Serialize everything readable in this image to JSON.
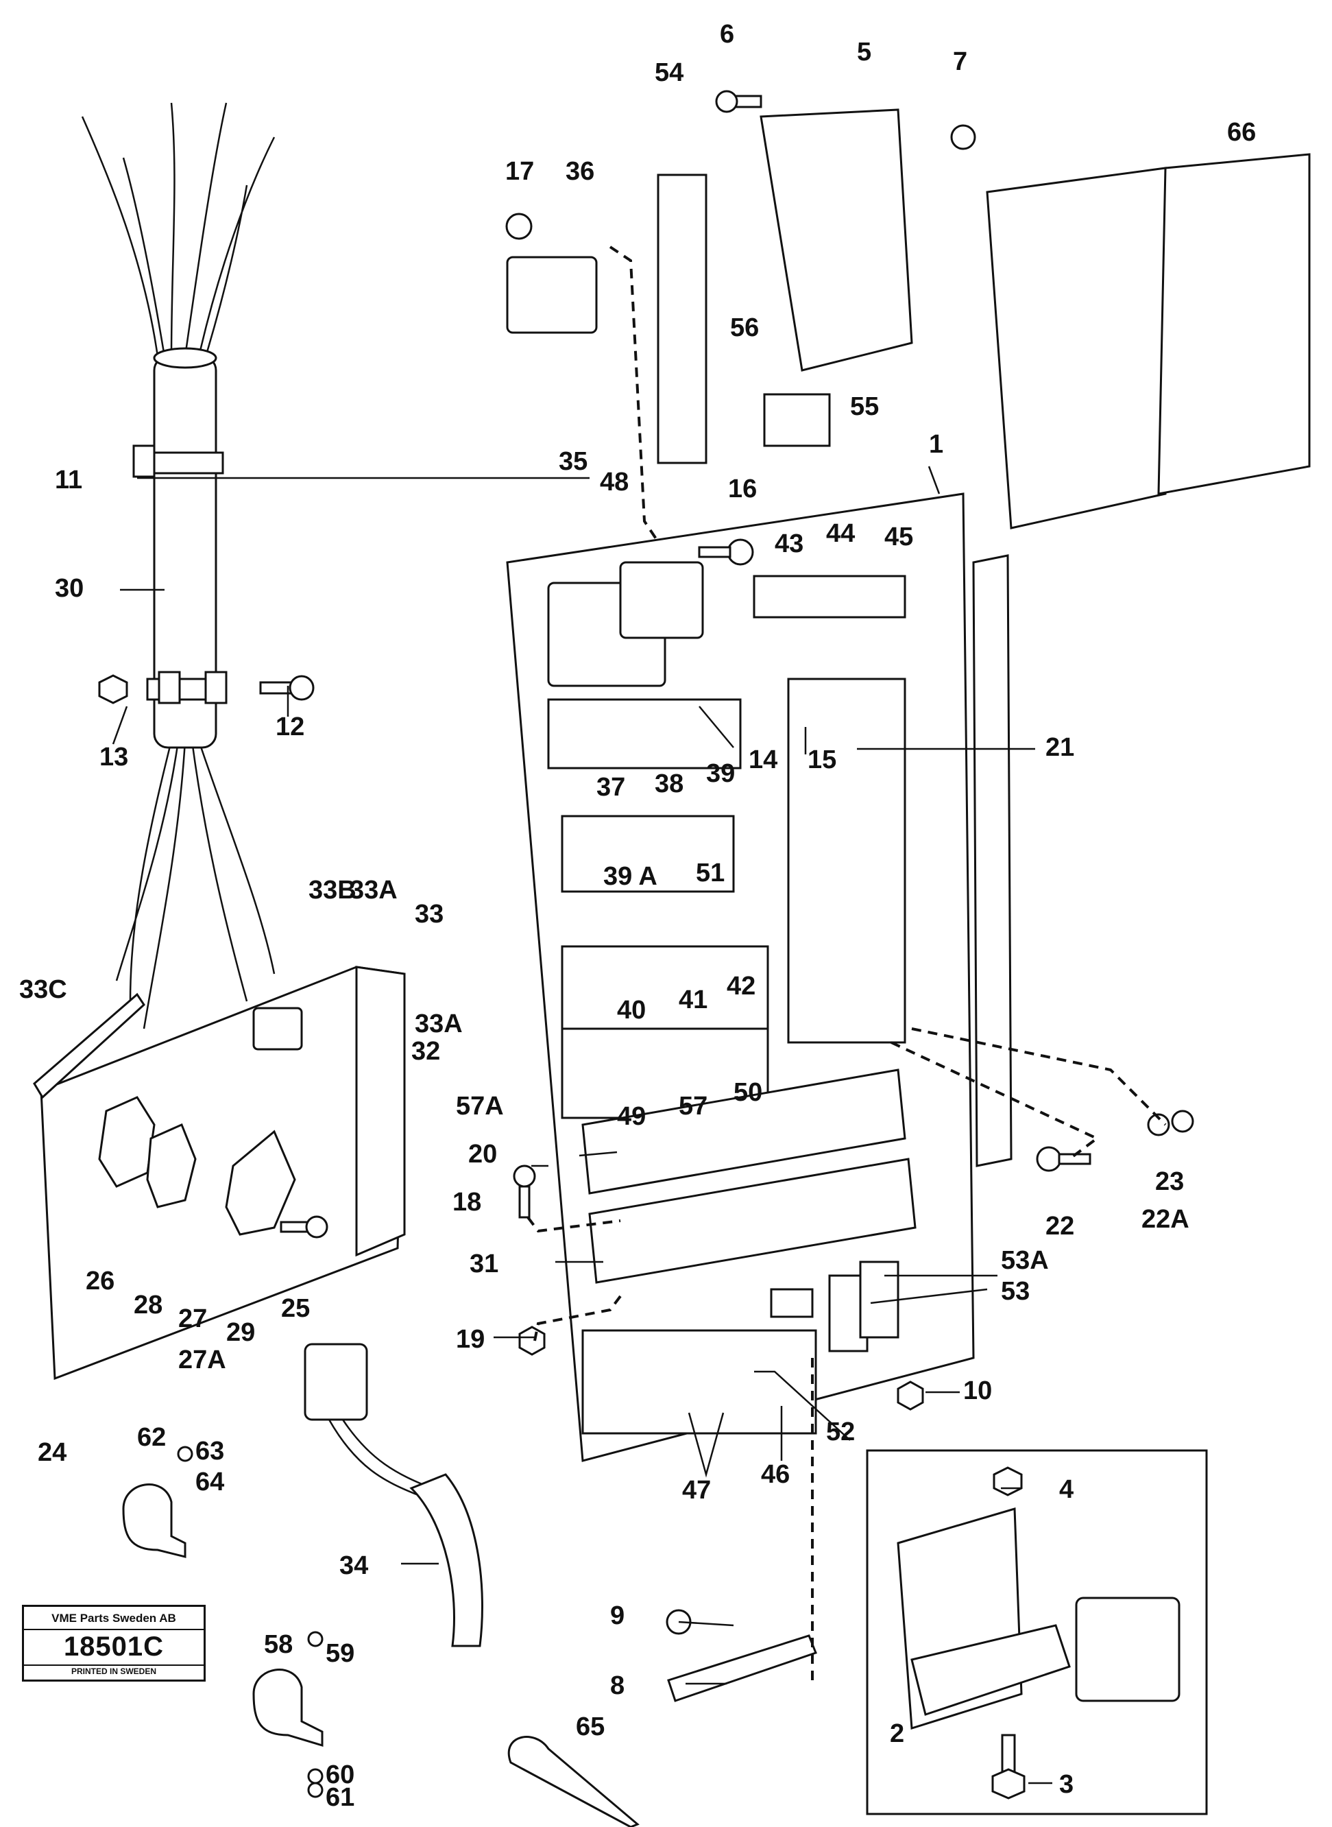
{
  "callouts": [
    {
      "id": "1",
      "text": "1"
    },
    {
      "id": "2",
      "text": "2"
    },
    {
      "id": "3",
      "text": "3"
    },
    {
      "id": "4",
      "text": "4"
    },
    {
      "id": "5",
      "text": "5"
    },
    {
      "id": "6",
      "text": "6"
    },
    {
      "id": "7",
      "text": "7"
    },
    {
      "id": "8",
      "text": "8"
    },
    {
      "id": "9",
      "text": "9"
    },
    {
      "id": "10",
      "text": "10"
    },
    {
      "id": "11",
      "text": "11"
    },
    {
      "id": "12",
      "text": "12"
    },
    {
      "id": "13",
      "text": "13"
    },
    {
      "id": "14",
      "text": "14"
    },
    {
      "id": "15",
      "text": "15"
    },
    {
      "id": "16",
      "text": "16"
    },
    {
      "id": "17",
      "text": "17"
    },
    {
      "id": "18",
      "text": "18"
    },
    {
      "id": "19",
      "text": "19"
    },
    {
      "id": "20",
      "text": "20"
    },
    {
      "id": "21",
      "text": "21"
    },
    {
      "id": "22",
      "text": "22"
    },
    {
      "id": "22A",
      "text": "22A"
    },
    {
      "id": "23",
      "text": "23"
    },
    {
      "id": "24",
      "text": "24"
    },
    {
      "id": "25",
      "text": "25"
    },
    {
      "id": "26",
      "text": "26"
    },
    {
      "id": "27",
      "text": "27"
    },
    {
      "id": "27A",
      "text": "27A"
    },
    {
      "id": "28",
      "text": "28"
    },
    {
      "id": "29",
      "text": "29"
    },
    {
      "id": "30",
      "text": "30"
    },
    {
      "id": "31",
      "text": "31"
    },
    {
      "id": "32",
      "text": "32"
    },
    {
      "id": "33",
      "text": "33"
    },
    {
      "id": "33A-top",
      "text": "33A"
    },
    {
      "id": "33A-right",
      "text": "33A"
    },
    {
      "id": "33B",
      "text": "33B"
    },
    {
      "id": "33C",
      "text": "33C"
    },
    {
      "id": "34",
      "text": "34"
    },
    {
      "id": "35",
      "text": "35"
    },
    {
      "id": "36",
      "text": "36"
    },
    {
      "id": "37",
      "text": "37"
    },
    {
      "id": "38",
      "text": "38"
    },
    {
      "id": "39",
      "text": "39"
    },
    {
      "id": "39A",
      "text": "39 A"
    },
    {
      "id": "40",
      "text": "40"
    },
    {
      "id": "41",
      "text": "41"
    },
    {
      "id": "42",
      "text": "42"
    },
    {
      "id": "43",
      "text": "43"
    },
    {
      "id": "44",
      "text": "44"
    },
    {
      "id": "45",
      "text": "45"
    },
    {
      "id": "46",
      "text": "46"
    },
    {
      "id": "47",
      "text": "47"
    },
    {
      "id": "48",
      "text": "48"
    },
    {
      "id": "49",
      "text": "49"
    },
    {
      "id": "50",
      "text": "50"
    },
    {
      "id": "51",
      "text": "51"
    },
    {
      "id": "52",
      "text": "52"
    },
    {
      "id": "53",
      "text": "53"
    },
    {
      "id": "53A",
      "text": "53A"
    },
    {
      "id": "54",
      "text": "54"
    },
    {
      "id": "55",
      "text": "55"
    },
    {
      "id": "56",
      "text": "56"
    },
    {
      "id": "57",
      "text": "57"
    },
    {
      "id": "57A",
      "text": "57A"
    },
    {
      "id": "58",
      "text": "58"
    },
    {
      "id": "59",
      "text": "59"
    },
    {
      "id": "60",
      "text": "60"
    },
    {
      "id": "61",
      "text": "61"
    },
    {
      "id": "62",
      "text": "62"
    },
    {
      "id": "63",
      "text": "63"
    },
    {
      "id": "64",
      "text": "64"
    },
    {
      "id": "65",
      "text": "65"
    },
    {
      "id": "66",
      "text": "66"
    }
  ],
  "stamp": {
    "company": "VME Parts Sweden AB",
    "number": "18501C",
    "printed": "PRINTED IN SWEDEN"
  }
}
